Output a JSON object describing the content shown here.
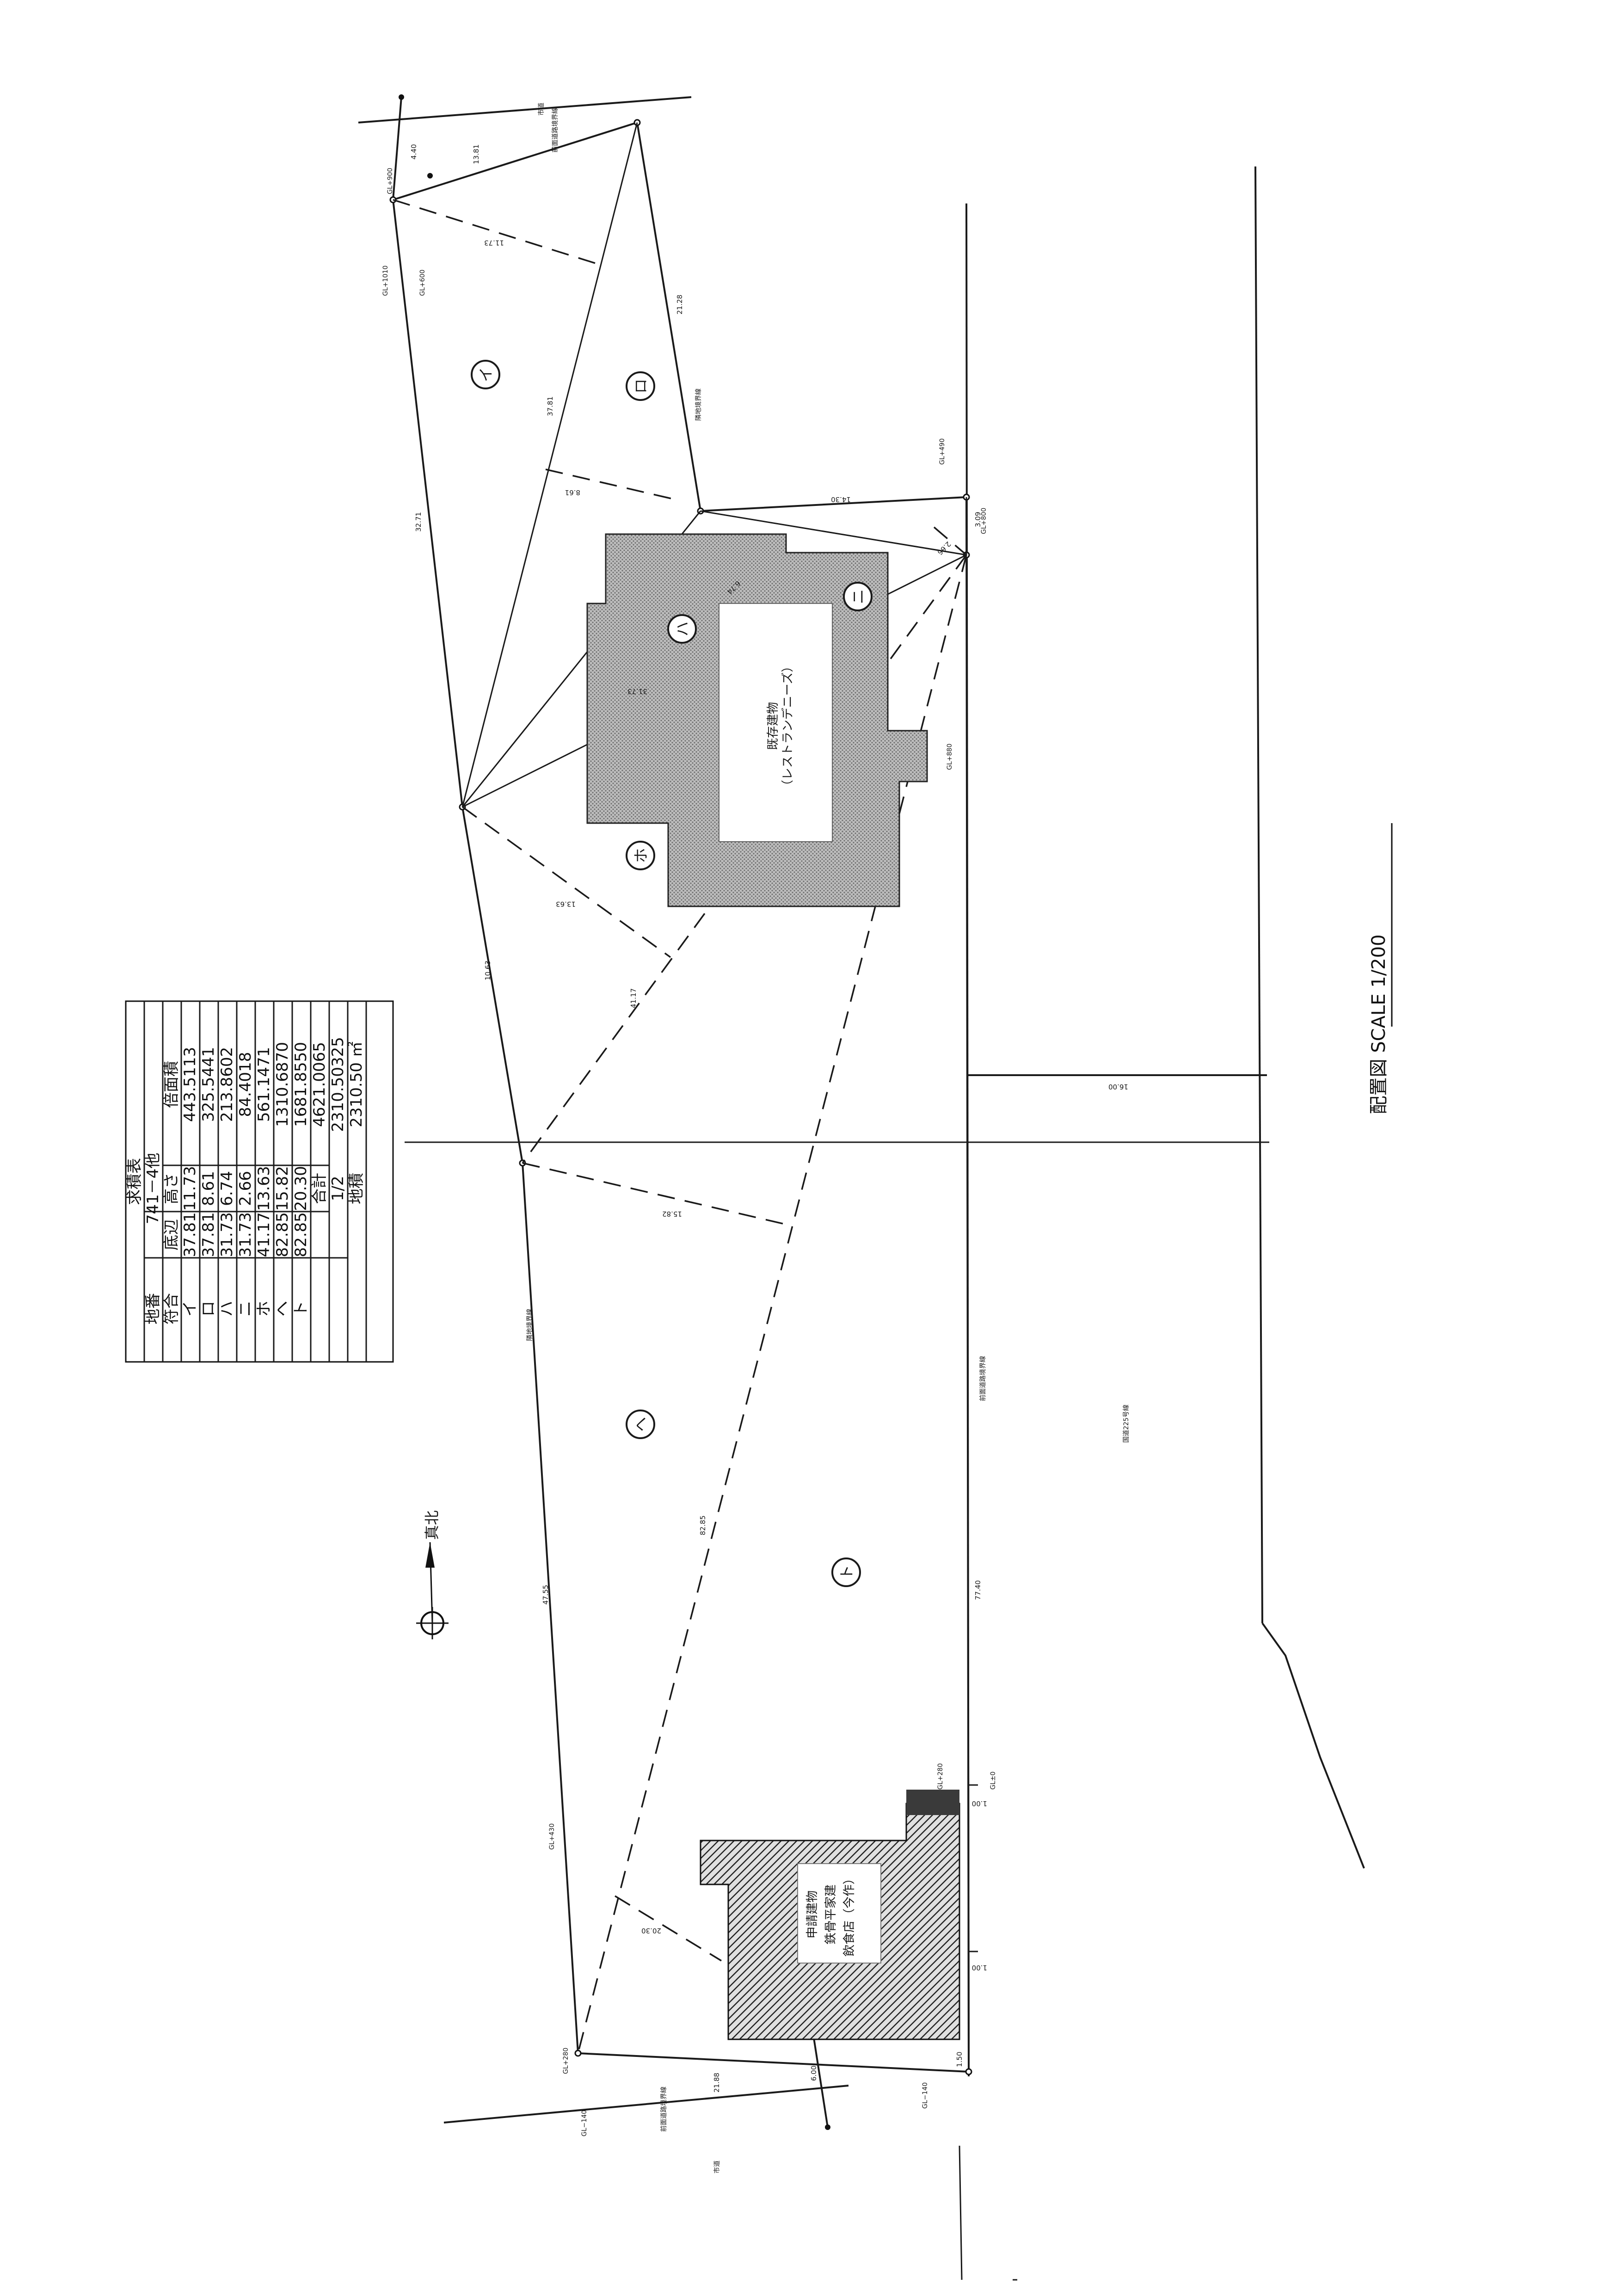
{
  "title": "配置図 SCALE 1/200",
  "north_label": "真北",
  "table": {
    "caption": "求積表",
    "header_lot_label": "地番",
    "header_lot_value": "741－4他",
    "header_mark": "符合",
    "header_base": "底辺",
    "header_height": "高さ",
    "header_area": "倍面積",
    "rows": [
      {
        "mark": "イ",
        "base": "37.81",
        "height": "11.73",
        "area": "443.5113"
      },
      {
        "mark": "ロ",
        "base": "37.81",
        "height": "8.61",
        "area": "325.5441"
      },
      {
        "mark": "ハ",
        "base": "31.73",
        "height": "6.74",
        "area": "213.8602"
      },
      {
        "mark": "ニ",
        "base": "31.73",
        "height": "2.66",
        "area": "84.4018"
      },
      {
        "mark": "ホ",
        "base": "41.17",
        "height": "13.63",
        "area": "561.1471"
      },
      {
        "mark": "ヘ",
        "base": "82.85",
        "height": "15.82",
        "area": "1310.6870"
      },
      {
        "mark": "ト",
        "base": "82.85",
        "height": "20.30",
        "area": "1681.8550"
      }
    ],
    "total_label": "合計",
    "total_value": "4621.0065",
    "half_label": "1/2",
    "half_value": "2310.50325",
    "site_label": "地積",
    "site_value": "2310.50 ㎡"
  },
  "regions": [
    "イ",
    "ロ",
    "ハ",
    "ニ",
    "ホ",
    "ヘ",
    "ト"
  ],
  "buildings": {
    "main": [
      "既存建物",
      "（レストランデニーズ）"
    ],
    "small": [
      "申請建物",
      "鉄骨平家建",
      "飲食店（今作）"
    ]
  },
  "roads": {
    "bottom_boundary": "前面道路境界線",
    "road_name": "国道225号線",
    "top_boundary": "前面道路境界線",
    "left_boundary": "前面道路境界線",
    "adjacent": "隣地境界線",
    "alley_top": "市道",
    "alley_bottom": "市道"
  },
  "dims": {
    "d3271": "32.71",
    "d1063": "10.63",
    "d4755": "47.55",
    "d2128": "21.28",
    "d1430": "14.30",
    "d7740": "77.40",
    "d1600": "16.00",
    "d1381": "13.81",
    "d440": "4.40",
    "d2188": "21.88",
    "d600": "6.00",
    "d309": "3.09",
    "d1173": "11.73",
    "d3781": "37.81",
    "d861": "8.61",
    "d674": "6.74",
    "d3173": "31.73",
    "d266": "2.66",
    "d1363": "13.63",
    "d4117": "41.17",
    "d8285": "82.85",
    "d1582": "15.82",
    "d2030": "20.30",
    "d100a": "1.00",
    "d100b": "1.00",
    "d150": "1.50"
  },
  "gl": {
    "g900": "GL+900",
    "g1010": "GL+1010",
    "g600": "GL+600",
    "g490": "GL+490",
    "g800": "GL+800",
    "g880": "GL+880",
    "g430": "GL+430",
    "g280a": "GL+280",
    "g140a": "GL−140",
    "g140b": "GL−140",
    "g280b": "GL+280",
    "g0": "GL±0"
  }
}
